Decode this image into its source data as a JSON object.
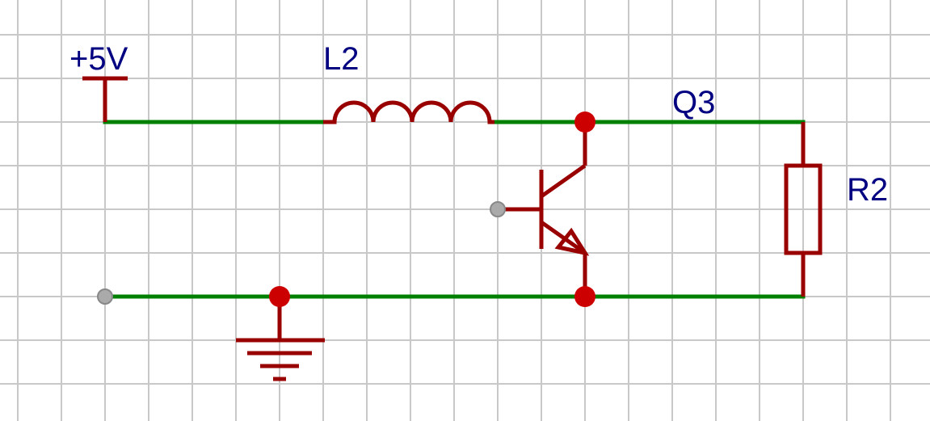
{
  "colors": {
    "background": "#ffffff",
    "grid": "#c8c8c8",
    "wire": "#008000",
    "component": "#990000",
    "junction": "#cc0000",
    "open_pin": "#999999",
    "label": "#000080"
  },
  "labels": {
    "supply": "+5V",
    "inductor": "L2",
    "transistor": "Q3",
    "resistor": "R2"
  },
  "components": [
    {
      "ref": "+5V",
      "kind": "power-supply"
    },
    {
      "ref": "L2",
      "kind": "inductor"
    },
    {
      "ref": "Q3",
      "kind": "npn-transistor"
    },
    {
      "ref": "R2",
      "kind": "resistor"
    },
    {
      "ref": "GND",
      "kind": "ground"
    }
  ]
}
